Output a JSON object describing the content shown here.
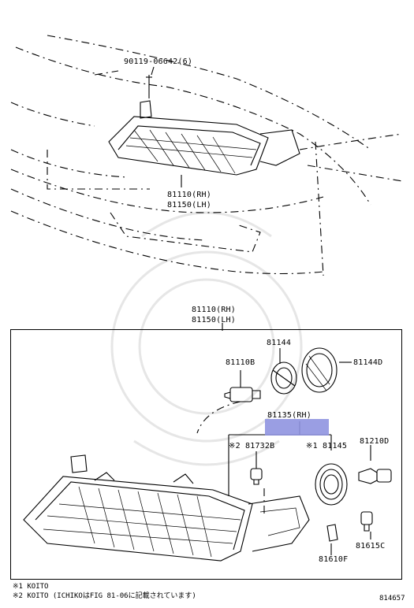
{
  "parts": {
    "bolt_top": "90119-06642(6)",
    "headlamp_rh_top": "81110(RH)",
    "headlamp_lh_top": "81150(LH)",
    "headlamp_rh_box": "81110(RH)",
    "headlamp_lh_box": "81150(LH)",
    "p81144": "81144",
    "p81144d": "81144D",
    "p81110b": "81110B",
    "p81135": "81135(RH)",
    "p81732b": "※2 81732B",
    "p81145": "※1 81145",
    "p81210d": "81210D",
    "p81615c": "81615C",
    "p81610f": "81610F"
  },
  "notes": {
    "note1": "※1 KOITO",
    "note2": "※2 KOITO (ICHIKOはFIG 81-06に記載されています)"
  },
  "figure_id": "814657",
  "colors": {
    "highlight": "#8f93e0"
  }
}
